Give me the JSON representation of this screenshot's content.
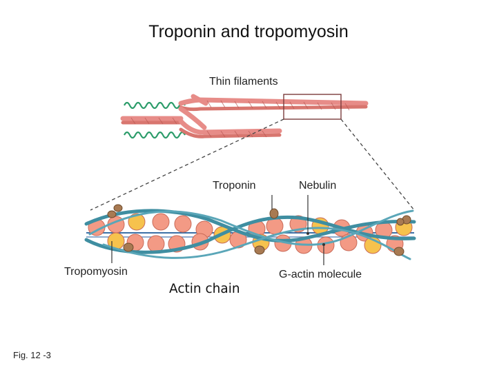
{
  "slide": {
    "title": "Troponin and tropomyosin",
    "figure_label": "Fig. 12 -3"
  },
  "diagram": {
    "labels": {
      "thin_filaments": "Thin filaments",
      "troponin": "Troponin",
      "nebulin": "Nebulin",
      "tropomyosin": "Tropomyosin",
      "g_actin_molecule": "G-actin molecule",
      "actin_chain": "Actin chain"
    },
    "colors": {
      "g_actin_fill": "#f39a85",
      "g_actin_highlight": "#f6c24d",
      "tropomyosin_strand": "#3f8ea1",
      "troponin_fill": "#a87a52",
      "nebulin_strand": "#3b6fa5",
      "thin_filament_fill": "#e78c88",
      "myosin_coil": "#2c9c6a",
      "callout_box": "#7a3b3b",
      "leader_line": "#333333"
    }
  }
}
